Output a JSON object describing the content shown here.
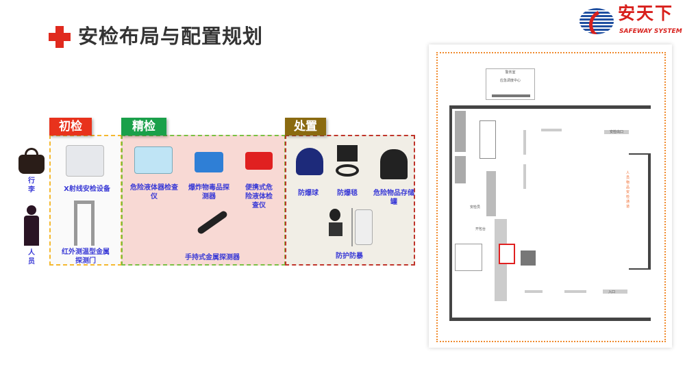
{
  "header": {
    "title": "安检布局与配置规划"
  },
  "logo": {
    "cn": "安天下",
    "en": "SAFEWAY SYSTEM"
  },
  "left": {
    "luggage": "行李",
    "person": "人员"
  },
  "sections": [
    {
      "tab": "初检",
      "items": [
        "X射线安检设备",
        "红外测温型金属探测门"
      ]
    },
    {
      "tab": "精检",
      "items": [
        "危险液体器检查仪",
        "爆炸物毒品探测器",
        "便携式危险液体检查仪",
        "手持式金属探测器"
      ]
    },
    {
      "tab": "处置",
      "items": [
        "防爆球",
        "防爆毯",
        "危险物品存储罐",
        "防护防暴"
      ]
    }
  ],
  "floorplan": {
    "office": "警务室",
    "office_sub": "应急调度中心",
    "exit": "安检出口",
    "channel": "人员 物品安检通道",
    "inspector": "安检员",
    "table": "开包台",
    "entry": "入口"
  },
  "colors": {
    "red": "#e8321c",
    "green": "#1aa04a",
    "brown": "#8a6a10"
  }
}
